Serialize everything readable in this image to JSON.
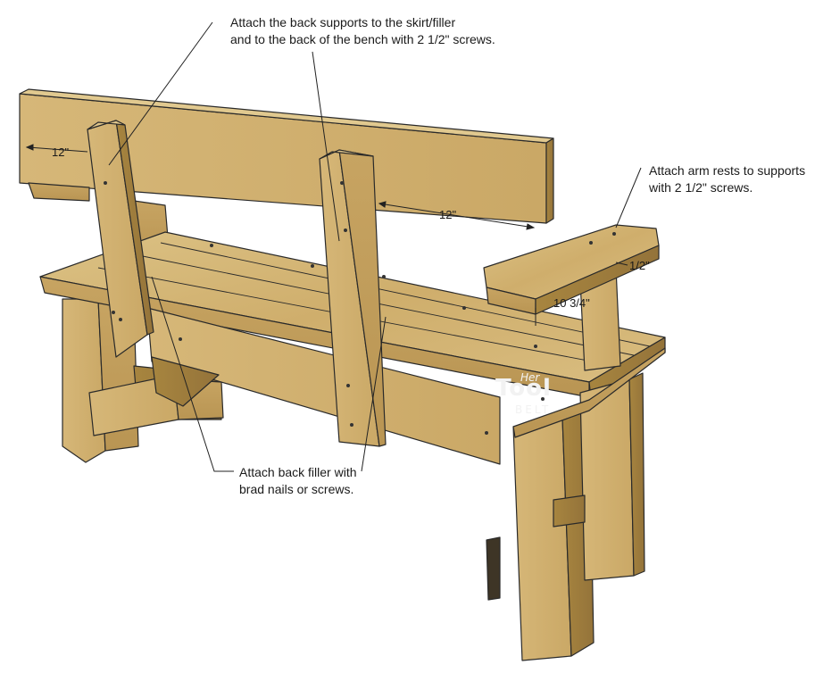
{
  "annotations": {
    "back_supports": [
      "Attach the back supports to the skirt/filler",
      "and to the back of the bench with 2 1/2\" screws."
    ],
    "arm_rests": [
      "Attach arm rests to supports",
      "with 2 1/2\" screws."
    ],
    "back_filler": [
      "Attach back filler with",
      "brad nails or screws."
    ]
  },
  "dimensions": {
    "left_back": "12\"",
    "center_back": "12\"",
    "arm_offset": "1/2\"",
    "arm_height": "10 3/4\""
  },
  "watermark": {
    "line1": "Her",
    "line2": "Tool",
    "line3": "BELT"
  },
  "colors": {
    "wood_light": "#d8bb7e",
    "wood_mid": "#c6a464",
    "wood_dark": "#9c7a3c",
    "outline": "#2a2a2a"
  }
}
